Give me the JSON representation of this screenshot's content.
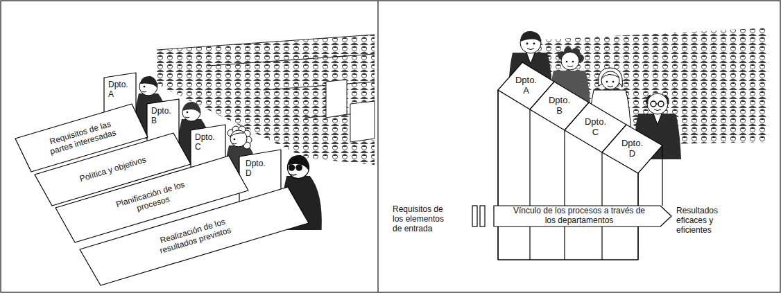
{
  "diagram": {
    "nodes": [
      {
        "text": [
          "Dpto. A"
        ]
      },
      {
        "text": [
          "Dpto. B"
        ]
      },
      {
        "text": [
          "Dpto. C"
        ]
      },
      {
        "text": [
          "Dpto. D"
        ]
      },
      {
        "text": [
          "Requisitos de las partes interesadas"
        ]
      },
      {
        "text": [
          "Política y objetivos"
        ]
      },
      {
        "text": [
          "Planificación de los procesos"
        ]
      },
      {
        "text": [
          "Realización de los resultados previstos"
        ]
      },
      {
        "text": [
          "Dpto. A"
        ]
      },
      {
        "text": [
          "Dpto. B"
        ]
      },
      {
        "text": [
          "Dpto. C"
        ]
      },
      {
        "text": [
          "Dpto. D"
        ]
      },
      {
        "text": [
          "Vínculo de los procesos a través de los departamentos"
        ]
      }
    ],
    "labels": [
      "Requisitos de los elementos de entrada",
      "Resultados eficaces y eficientes"
    ]
  }
}
